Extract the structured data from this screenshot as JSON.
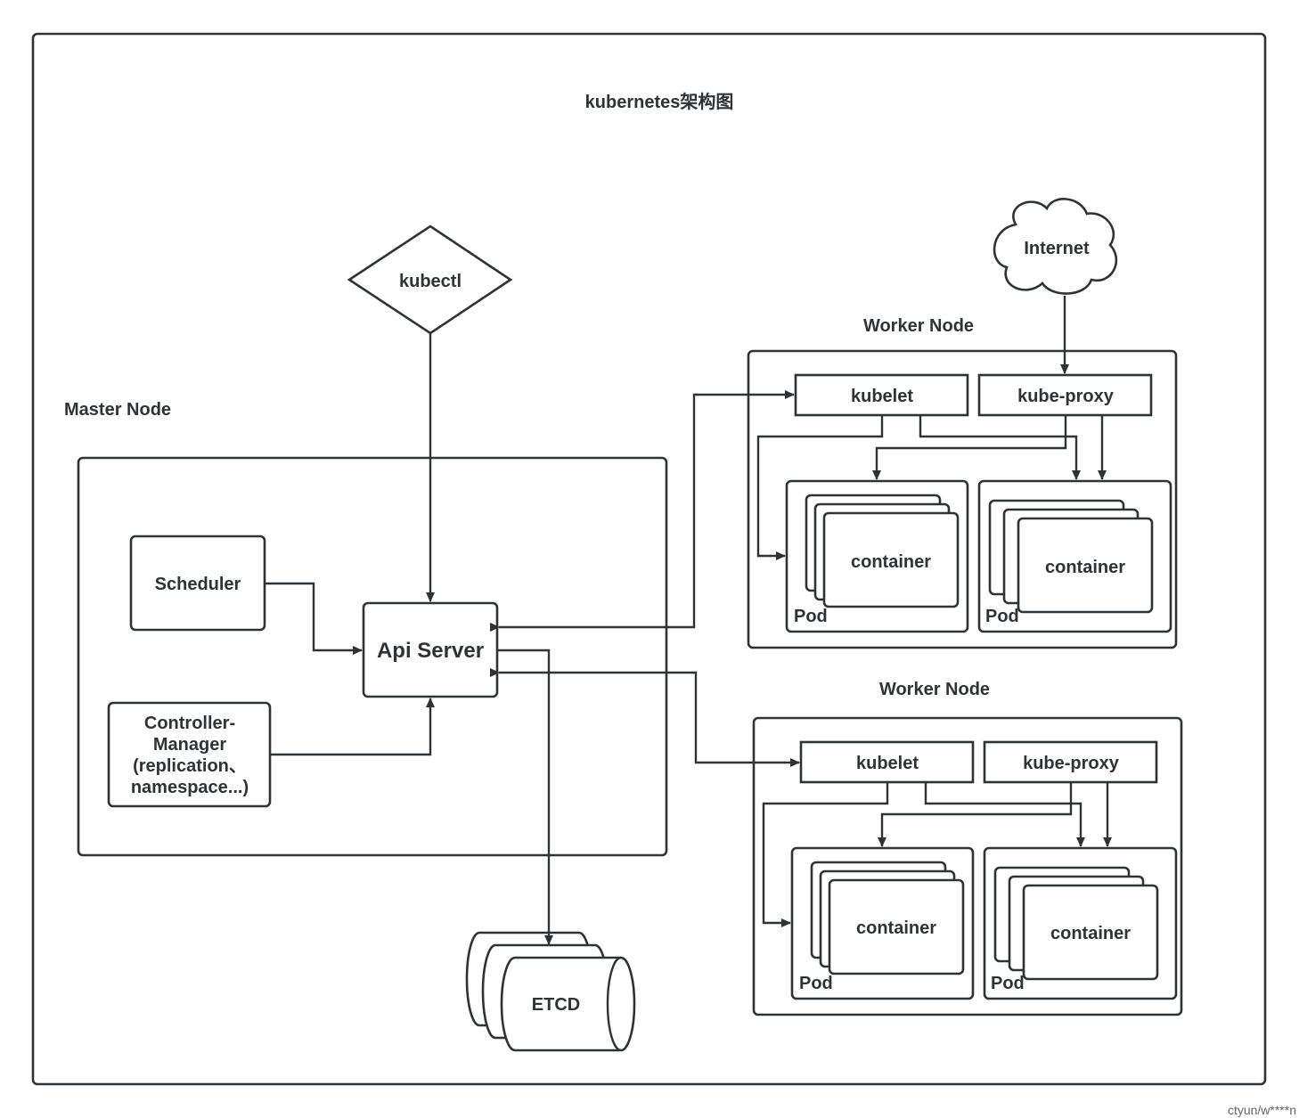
{
  "title": "kubernetes架构图",
  "kubectl": "kubectl",
  "internet": "Internet",
  "master": {
    "label": "Master Node",
    "scheduler": "Scheduler",
    "api_server": "Api Server",
    "controller_manager": [
      "Controller-",
      "Manager",
      "(replication、",
      "namespace...)"
    ]
  },
  "etcd": "ETCD",
  "workers": [
    {
      "label": "Worker Node",
      "kubelet": "kubelet",
      "kube_proxy": "kube-proxy",
      "pods": [
        {
          "label": "Pod",
          "container": "container"
        },
        {
          "label": "Pod",
          "container": "container"
        }
      ]
    },
    {
      "label": "Worker Node",
      "kubelet": "kubelet",
      "kube_proxy": "kube-proxy",
      "pods": [
        {
          "label": "Pod",
          "container": "container"
        },
        {
          "label": "Pod",
          "container": "container"
        }
      ]
    }
  ],
  "watermark": "ctyun/w****n"
}
